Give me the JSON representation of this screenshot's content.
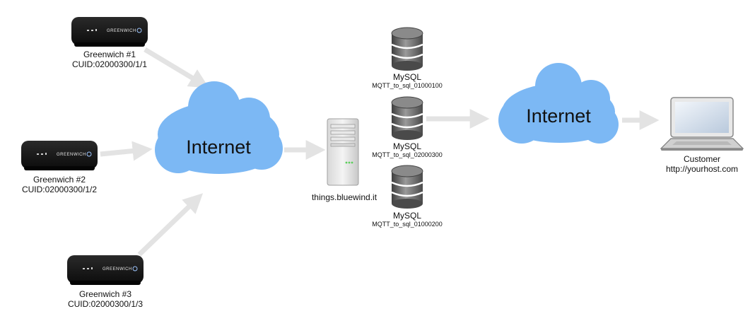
{
  "devices": [
    {
      "name": "Greenwich #1",
      "cuid": "CUID:02000300/1/1",
      "brand": "GREENWICH"
    },
    {
      "name": "Greenwich #2",
      "cuid": "CUID:02000300/1/2",
      "brand": "GREENWICH"
    },
    {
      "name": "Greenwich #3",
      "cuid": "CUID:02000300/1/3",
      "brand": "GREENWICH"
    }
  ],
  "clouds": [
    {
      "label": "Internet"
    },
    {
      "label": "Internet"
    }
  ],
  "server": {
    "label": "things.bluewind.it",
    "icon": "server-tower-icon"
  },
  "databases": [
    {
      "title": "MySQL",
      "name": "MQTT_to_sql_01000100"
    },
    {
      "title": "MySQL",
      "name": "MQTT_to_sql_02000300"
    },
    {
      "title": "MySQL",
      "name": "MQTT_to_sql_01000200"
    }
  ],
  "customer": {
    "title": "Customer",
    "url": "http://yourhost.com",
    "icon": "laptop-icon"
  },
  "colors": {
    "cloud": "#7cb8f4",
    "arrow": "#e3e3e3",
    "device": "#1a1a1a",
    "db": "#666666"
  }
}
